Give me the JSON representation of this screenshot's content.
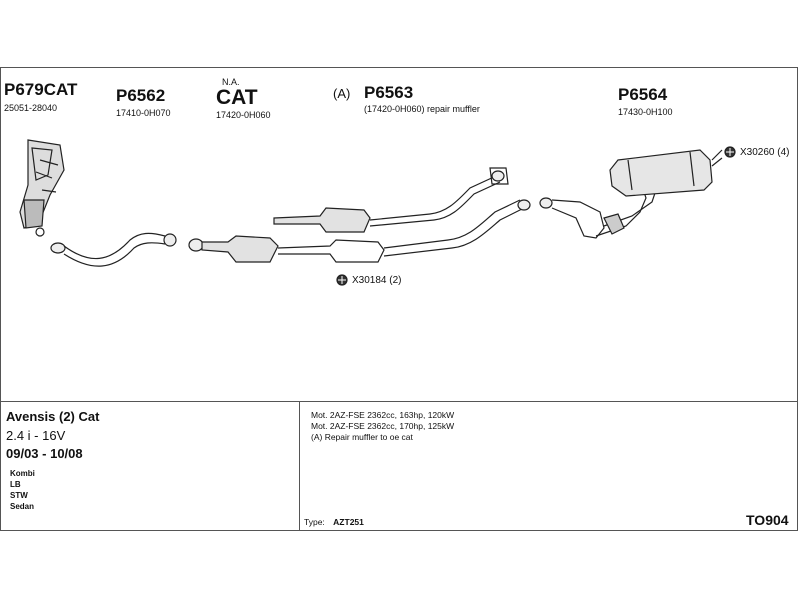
{
  "parts": {
    "p1": {
      "code": "P679CAT",
      "ref": "25051-28040"
    },
    "p2": {
      "code": "P6562",
      "ref": "17410-0H070"
    },
    "p3": {
      "na": "N.A.",
      "code": "CAT",
      "ref": "17420-0H060"
    },
    "p4": {
      "prefix": "(A)",
      "code": "P6563",
      "ref": "(17420-0H060) repair muffler"
    },
    "p5": {
      "code": "P6564",
      "ref": "17430-0H100"
    }
  },
  "callouts": {
    "x1": "X30260 (4)",
    "x2": "X30184 (2)"
  },
  "vehicle": {
    "title": "Avensis (2) Cat",
    "engine": "2.4 i - 16V",
    "years": "09/03 - 10/08",
    "bodies": [
      "Kombi",
      "LB",
      "STW",
      "Sedan"
    ]
  },
  "notes": [
    "Mot. 2AZ-FSE 2362cc, 163hp, 120kW",
    "Mot. 2AZ-FSE 2362cc, 170hp, 125kW",
    "(A) Repair muffler to oe cat"
  ],
  "type_label": "Type:",
  "type_value": "AZT251",
  "code": "TO904"
}
